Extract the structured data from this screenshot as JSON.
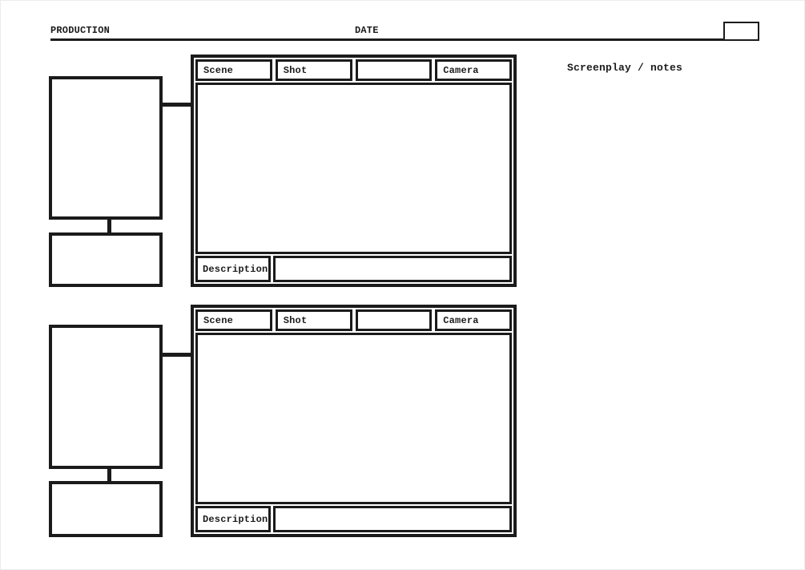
{
  "page": {
    "kind": "storyboard-template-sheet",
    "colors": {
      "ink": "#1b1b1b",
      "background": "#ffffff"
    }
  },
  "header": {
    "production_label": "PRODUCTION",
    "production_value": "",
    "date_label": "DATE",
    "date_value": "",
    "corner_box_value": ""
  },
  "notes": {
    "label": "Screenplay / notes",
    "value": ""
  },
  "blocks": [
    {
      "scene_label": "Scene",
      "shot_label": "Shot",
      "camera_label": "Camera",
      "description_label": "Description",
      "description_value": ""
    },
    {
      "scene_label": "Scene",
      "shot_label": "Shot",
      "camera_label": "Camera",
      "description_label": "Description",
      "description_value": ""
    }
  ]
}
